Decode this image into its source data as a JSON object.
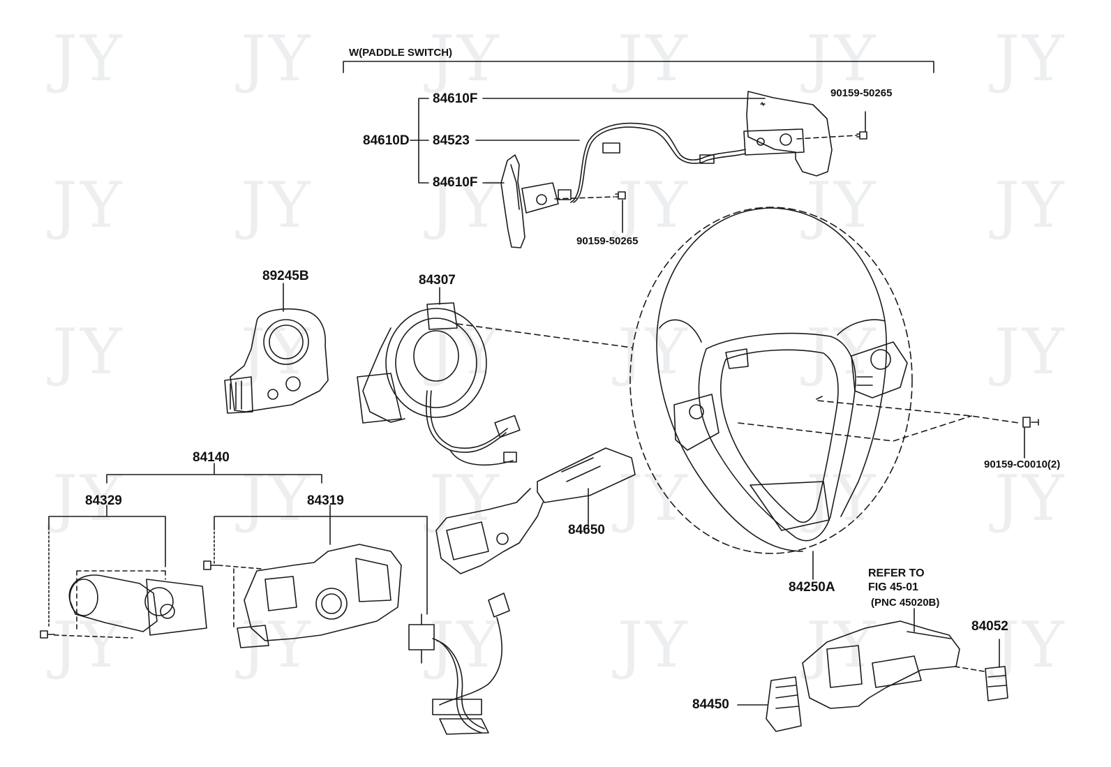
{
  "watermark": {
    "text": "JY"
  },
  "group_label": "W(PADDLE SWITCH)",
  "labels": {
    "p84610F_top": "84610F",
    "p84610D": "84610D",
    "p84523": "84523",
    "p84610F_bottom": "84610F",
    "p90159_50265_right": "90159-50265",
    "p90159_50265_center": "90159-50265",
    "p89245B": "89245B",
    "p84307": "84307",
    "p84140": "84140",
    "p84329": "84329",
    "p84319": "84319",
    "p84650": "84650",
    "p84250A": "84250A",
    "p90159_C0010": "90159-C0010(2)",
    "p84052": "84052",
    "p84450": "84450"
  },
  "refer_note": {
    "line1": "REFER TO",
    "line2": "FIG 45-01",
    "line3": "(PNC 45020B)"
  }
}
